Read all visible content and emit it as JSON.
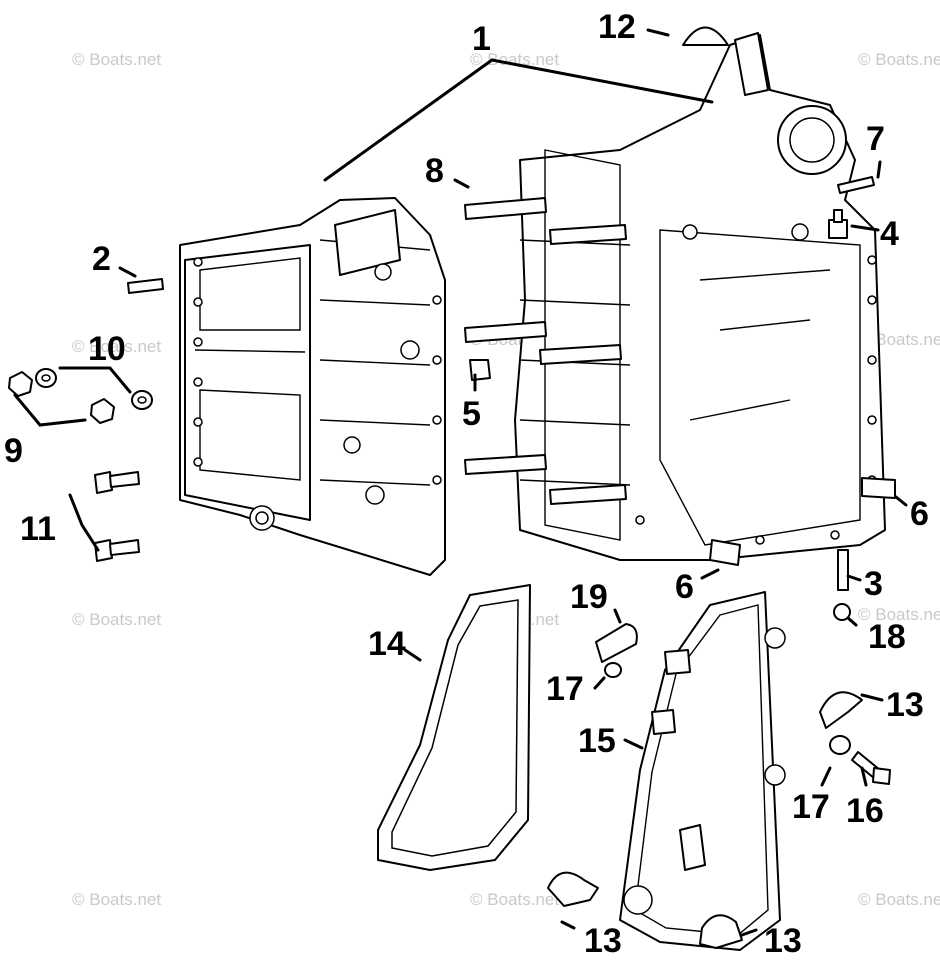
{
  "watermarks": [
    "© Boats.net",
    "© Boats.net",
    "© Boats.net",
    "© Boats.net",
    "© Boats.net",
    "© Boats.net",
    "© Boats.net",
    "© Boats.net",
    "© Boats.net",
    "© Boats.net",
    "© Boats.net",
    "© Boats.net"
  ],
  "callouts": [
    "1",
    "2",
    "3",
    "4",
    "5",
    "6",
    "6",
    "7",
    "8",
    "9",
    "10",
    "11",
    "12",
    "13",
    "13",
    "13",
    "14",
    "15",
    "16",
    "17",
    "17",
    "18",
    "19"
  ]
}
